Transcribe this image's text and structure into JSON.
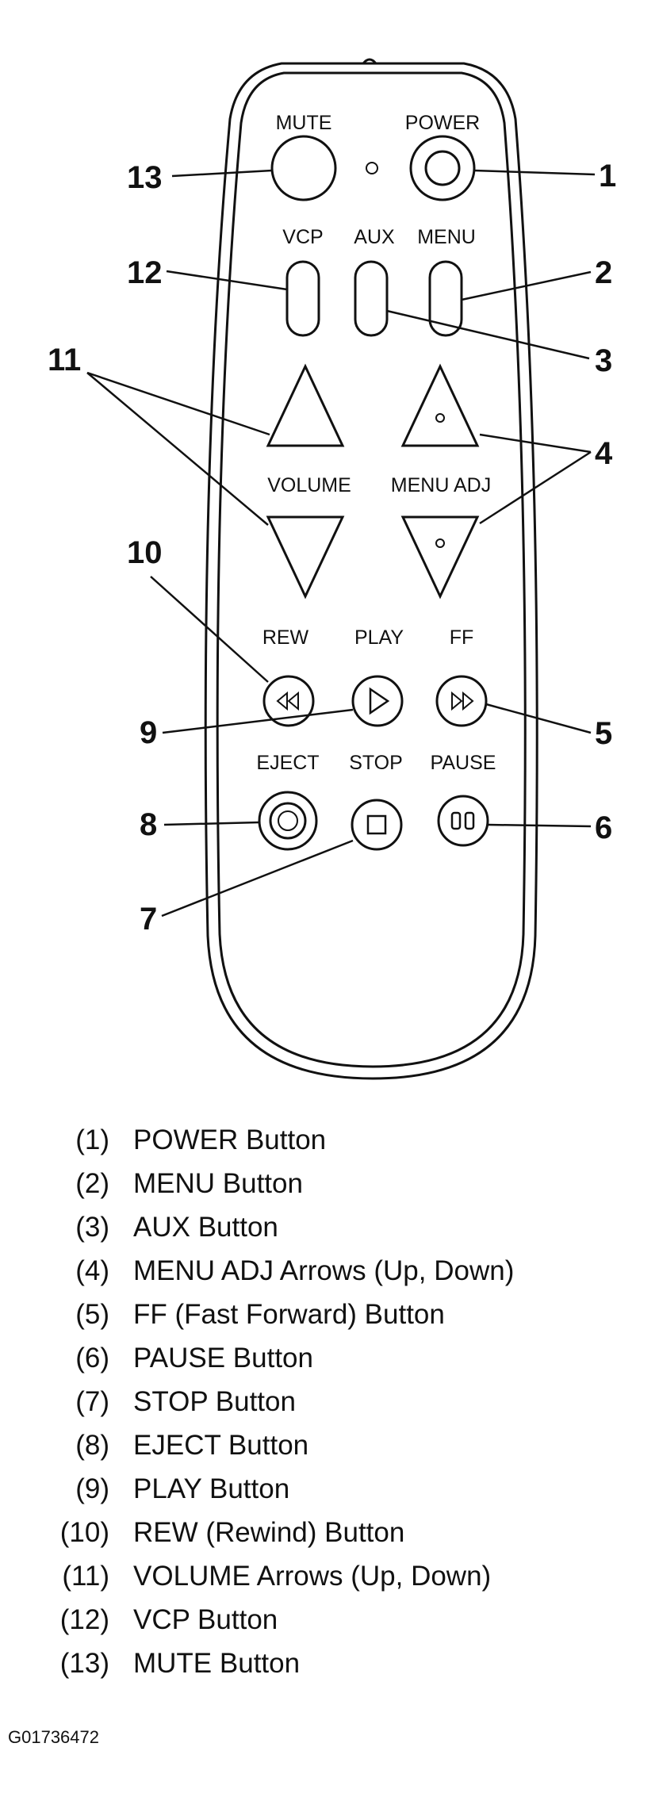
{
  "buttons": {
    "mute": "MUTE",
    "power": "POWER",
    "vcp": "VCP",
    "aux": "AUX",
    "menu": "MENU",
    "volume": "VOLUME",
    "menu_adj": "MENU ADJ",
    "rew": "REW",
    "play": "PLAY",
    "ff": "FF",
    "eject": "EJECT",
    "stop": "STOP",
    "pause": "PAUSE"
  },
  "callouts": [
    "1",
    "2",
    "3",
    "4",
    "5",
    "6",
    "7",
    "8",
    "9",
    "10",
    "11",
    "12",
    "13"
  ],
  "legend": [
    {
      "num": "(1)",
      "desc": "POWER Button"
    },
    {
      "num": "(2)",
      "desc": "MENU Button"
    },
    {
      "num": "(3)",
      "desc": "AUX Button"
    },
    {
      "num": "(4)",
      "desc": "MENU ADJ Arrows (Up, Down)"
    },
    {
      "num": "(5)",
      "desc": "FF (Fast Forward) Button"
    },
    {
      "num": "(6)",
      "desc": "PAUSE Button"
    },
    {
      "num": "(7)",
      "desc": "STOP Button"
    },
    {
      "num": "(8)",
      "desc": "EJECT Button"
    },
    {
      "num": "(9)",
      "desc": "PLAY Button"
    },
    {
      "num": "(10)",
      "desc": "REW (Rewind) Button"
    },
    {
      "num": "(11)",
      "desc": "VOLUME Arrows (Up, Down)"
    },
    {
      "num": "(12)",
      "desc": "VCP Button"
    },
    {
      "num": "(13)",
      "desc": "MUTE Button"
    }
  ],
  "figure_id": "G01736472",
  "colors": {
    "ink": "#111111",
    "background": "#ffffff"
  }
}
